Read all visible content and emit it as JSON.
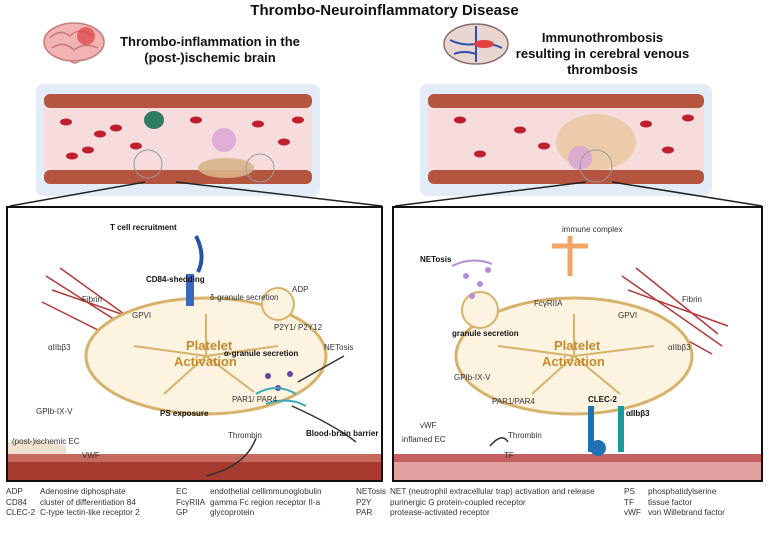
{
  "main_title": "Thrombo-Neuroinflammatory Disease",
  "left": {
    "title": "Thrombo-inflammation in the (post-)ischemic brain",
    "labels": {
      "t_cell": "T cell recruitment",
      "cd84": "CD84-shedding",
      "delta": "δ-granule secretion",
      "adp": "ADP",
      "fibrin": "Fibrin",
      "gpvi": "GPVI",
      "p2y": "P2Y1/ P2Y12",
      "alpha": "α-granule secretion",
      "netosis": "NETosis",
      "aiib": "αIIbβ3",
      "platelet": "Platelet",
      "activation": "Activation",
      "par": "PAR1/ PAR4",
      "ps": "PS exposure",
      "gpib": "GPIb-IX-V",
      "thrombin": "Thrombin",
      "bbb": "Blood-brain barrier disturbance",
      "ec": "(post-)ischemic EC",
      "vwf": "VWF"
    }
  },
  "right": {
    "title": "Immunothrombosis resulting in cerebral venous thrombosis",
    "labels": {
      "immune_complex": "immune complex",
      "netosis": "NETosis",
      "fcr": "FcγRIIA",
      "fibrin": "Fibrin",
      "gpvi": "GPVI",
      "granule": "granule secretion",
      "platelet": "Platelet",
      "activation": "Activation",
      "aiib": "αIIbβ3",
      "gpib": "GPIb-IX-V",
      "par": "PAR1/PAR4",
      "clec2": "CLEC-2",
      "aiib2": "αIIbβ3",
      "ec": "inflamed EC",
      "vwf": "vWF",
      "thrombin": "Thrombin",
      "tf": "TF"
    }
  },
  "legend": {
    "col1": [
      {
        "abbr": "ADP",
        "desc": "Adenosine diphosphate"
      },
      {
        "abbr": "CD84",
        "desc": "cluster of differentiation 84"
      },
      {
        "abbr": "CLEC-2",
        "desc": "C-type lectin-like receptor 2"
      }
    ],
    "col2": [
      {
        "abbr": "EC",
        "desc": "endothelial cellimmunoglobulin"
      },
      {
        "abbr": "FcγRIIA",
        "desc": "gamma Fc region receptor II-a"
      },
      {
        "abbr": "GP",
        "desc": "glycoprotein"
      }
    ],
    "col3": [
      {
        "abbr": "NETosis",
        "desc": "NET (neutrophil  extracellular trap) activation and release"
      },
      {
        "abbr": "P2Y",
        "desc": "purinergic G protein-coupled receptor"
      },
      {
        "abbr": "PAR",
        "desc": "protease-activated receptor"
      }
    ],
    "col4": [
      {
        "abbr": "PS",
        "desc": "phosphatidylserine"
      },
      {
        "abbr": "TF",
        "desc": "tissue factor"
      },
      {
        "abbr": "vWF",
        "desc": "von Willebrand factor"
      }
    ]
  }
}
